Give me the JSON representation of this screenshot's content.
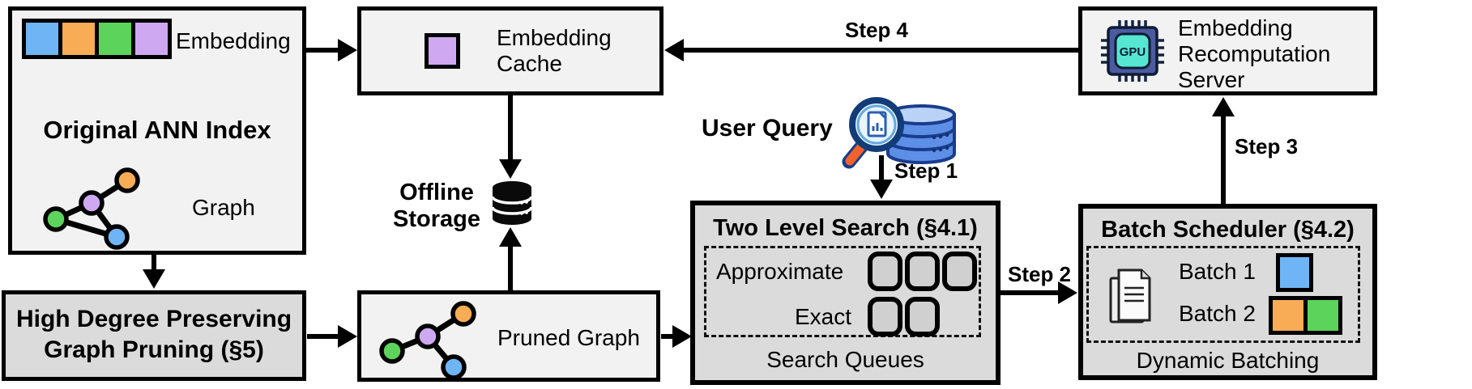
{
  "colors": {
    "blue": "#6FB5F6",
    "orange": "#F7AC55",
    "green": "#5CD45C",
    "purple": "#CFA8F2",
    "box_light": "#F2F2F2",
    "box_gray": "#DBDBDB",
    "black": "#000000"
  },
  "boxes": {
    "original_ann_index": {
      "title": "Original ANN Index",
      "embedding_label": "Embedding",
      "graph_label": "Graph",
      "embedding_cells": [
        "blue",
        "orange",
        "green",
        "purple"
      ]
    },
    "high_degree_pruning": {
      "line1": "High Degree Preserving",
      "line2": "Graph Pruning (§5)"
    },
    "embedding_cache": {
      "line1": "Embedding",
      "line2": "Cache"
    },
    "offline_storage": {
      "line1": "Offline",
      "line2": "Storage"
    },
    "pruned_graph": {
      "label": "Pruned Graph"
    },
    "user_query": {
      "label": "User Query"
    },
    "two_level_search": {
      "title": "Two Level Search (§4.1)",
      "approximate_label": "Approximate",
      "exact_label": "Exact",
      "caption": "Search Queues",
      "approximate_slot_count": 3,
      "exact_slot_count": 2
    },
    "batch_scheduler": {
      "title": "Batch Scheduler (§4.2)",
      "batch1_label": "Batch 1",
      "batch2_label": "Batch 2",
      "caption": "Dynamic Batching",
      "batch1_colors": [
        "blue"
      ],
      "batch2_colors": [
        "orange",
        "green"
      ]
    },
    "embedding_recomputation_server": {
      "line1": "Embedding",
      "line2": "Recomputation",
      "line3": "Server",
      "gpu_label": "GPU"
    }
  },
  "arrows": {
    "step1": "Step 1",
    "step2": "Step 2",
    "step3": "Step 3",
    "step4": "Step 4"
  }
}
